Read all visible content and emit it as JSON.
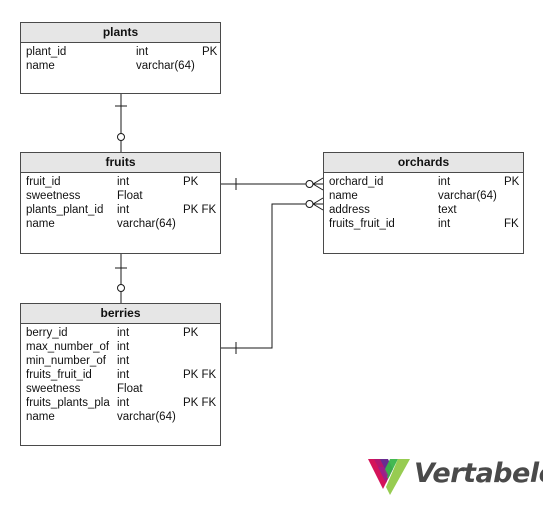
{
  "tables": {
    "plants": {
      "title": "plants",
      "columns": [
        {
          "name": "plant_id",
          "type": "int",
          "key": "PK"
        },
        {
          "name": "name",
          "type": "varchar(64)",
          "key": ""
        }
      ]
    },
    "fruits": {
      "title": "fruits",
      "columns": [
        {
          "name": "fruit_id",
          "type": "int",
          "key": "PK"
        },
        {
          "name": "sweetness",
          "type": "Float",
          "key": ""
        },
        {
          "name": "plants_plant_id",
          "type": "int",
          "key": "PK FK"
        },
        {
          "name": "name",
          "type": "varchar(64)",
          "key": ""
        }
      ]
    },
    "orchards": {
      "title": "orchards",
      "columns": [
        {
          "name": "orchard_id",
          "type": "int",
          "key": "PK"
        },
        {
          "name": "name",
          "type": "varchar(64)",
          "key": ""
        },
        {
          "name": "address",
          "type": "text",
          "key": ""
        },
        {
          "name": "fruits_fruit_id",
          "type": "int",
          "key": "FK"
        }
      ]
    },
    "berries": {
      "title": "berries",
      "columns": [
        {
          "name": "berry_id",
          "type": "int",
          "key": "PK"
        },
        {
          "name": "max_number_of",
          "type": "int",
          "key": ""
        },
        {
          "name": "min_number_of",
          "type": "int",
          "key": ""
        },
        {
          "name": "fruits_fruit_id",
          "type": "int",
          "key": "PK FK"
        },
        {
          "name": "sweetness",
          "type": "Float",
          "key": ""
        },
        {
          "name": "fruits_plants_pla",
          "type": "int",
          "key": "PK FK"
        },
        {
          "name": "name",
          "type": "varchar(64)",
          "key": ""
        }
      ]
    }
  },
  "relationships": [
    {
      "from": "plants",
      "to": "fruits",
      "from_end": "one-mandatory",
      "to_end": "zero-or-one"
    },
    {
      "from": "fruits",
      "to": "berries",
      "from_end": "one-mandatory",
      "to_end": "zero-or-one"
    },
    {
      "from": "fruits",
      "to": "orchards",
      "from_end": "one-mandatory",
      "to_end": "zero-or-many"
    },
    {
      "from": "berries",
      "to": "orchards",
      "from_end": "one-mandatory",
      "to_end": "zero-or-many"
    }
  ],
  "logo": {
    "text": "Vertabelo",
    "colors": [
      "#d4145a",
      "#9b1f8f",
      "#6a2c91",
      "#3ab54a",
      "#8cc63f"
    ]
  },
  "colors": {
    "header_background": "#e6e6e6",
    "border": "#4a4a4a",
    "line": "#1a1a1a"
  }
}
